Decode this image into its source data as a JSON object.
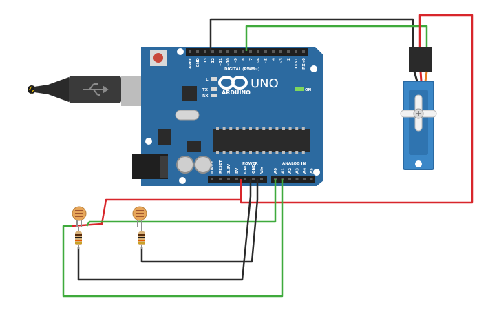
{
  "board": {
    "brand": "ARDUINO",
    "model": "UNO",
    "digital_header_label": "DIGITAL (PWM~)",
    "power_header_label": "POWER",
    "analog_header_label": "ANALOG IN",
    "led_l": "L",
    "led_tx": "TX",
    "led_rx": "RX",
    "on_label": "ON",
    "digital_pins": [
      "AREF",
      "GND",
      "13",
      "12",
      "~11",
      "~10",
      "~9",
      "8",
      "7",
      "~6",
      "~5",
      "4",
      "~3",
      "2",
      "TX>1",
      "RX<0"
    ],
    "power_pins": [
      "IOREF",
      "RESET",
      "3.3V",
      "5V",
      "GND",
      "GND",
      "Vin"
    ],
    "analog_pins": [
      "A0",
      "A1",
      "A2",
      "A3",
      "A4",
      "A5"
    ]
  },
  "colors": {
    "board": "#2c6aa0",
    "wire_black": "#2a2a2a",
    "wire_red": "#d8262b",
    "wire_green": "#3faa3c",
    "servo_body": "#3b87c7",
    "header": "#1f1f1f",
    "ldr": "#e7a65a",
    "resistor": "#d9b27a"
  },
  "components": {
    "microcontroller": "arduino-uno",
    "actuator": "servo-motor",
    "sensors": [
      "photoresistor",
      "photoresistor"
    ],
    "resistors": 2,
    "cable": "usb-cable"
  }
}
